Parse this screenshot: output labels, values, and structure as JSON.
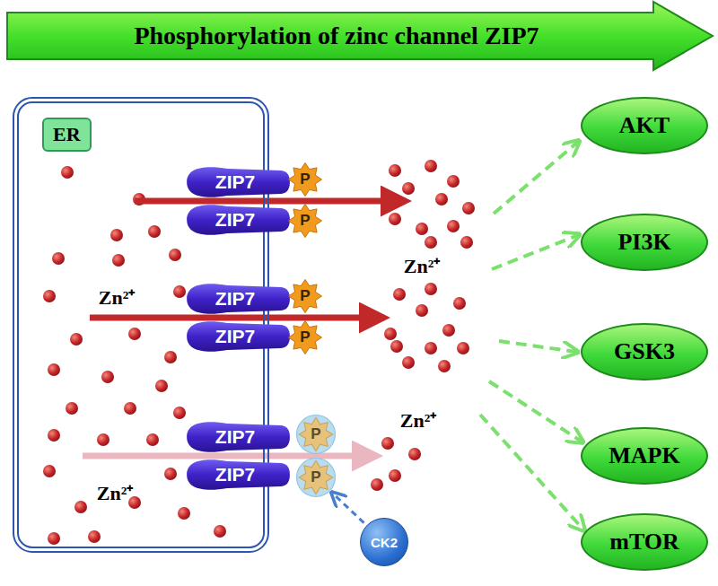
{
  "diagram": {
    "title": "Phosphorylation of zinc channel ZIP7",
    "nodes": [
      {
        "text": [
          "ER"
        ]
      },
      {
        "text": [
          "ZIP7"
        ]
      },
      {
        "text": [
          "ZIP7"
        ]
      },
      {
        "text": [
          "ZIP7"
        ]
      },
      {
        "text": [
          "ZIP7"
        ]
      },
      {
        "text": [
          "ZIP7"
        ]
      },
      {
        "text": [
          "ZIP7"
        ]
      },
      {
        "text": [
          "P"
        ]
      },
      {
        "text": [
          "P"
        ]
      },
      {
        "text": [
          "P"
        ]
      },
      {
        "text": [
          "P"
        ]
      },
      {
        "text": [
          "P"
        ]
      },
      {
        "text": [
          "P"
        ]
      },
      {
        "text": [
          "CK2"
        ]
      },
      {
        "text": [
          "AKT"
        ]
      },
      {
        "text": [
          "PI3K"
        ]
      },
      {
        "text": [
          "GSK3"
        ]
      },
      {
        "text": [
          "MAPK"
        ]
      },
      {
        "text": [
          "mTOR"
        ]
      }
    ],
    "edges": [
      {
        "from": 13,
        "to": 12,
        "arrow": "to"
      }
    ],
    "labels": [
      "Zn²⁺",
      "Zn²⁺",
      "Zn²⁺",
      "Zn²⁺"
    ]
  }
}
